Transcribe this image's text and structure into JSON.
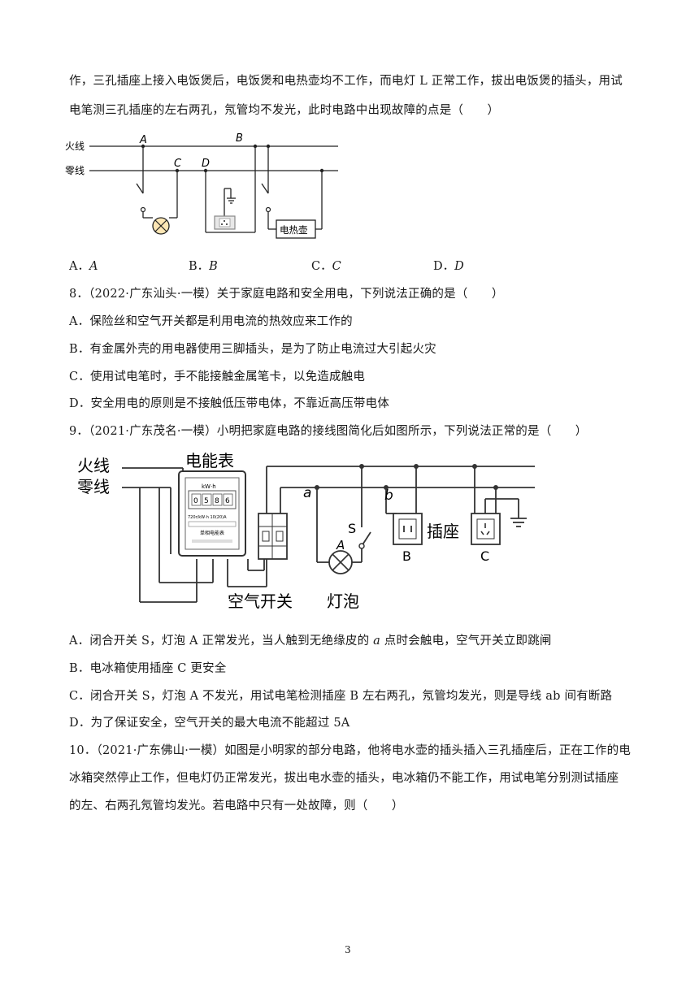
{
  "intro_lines": [
    "作，三孔插座上接入电饭煲后，电饭煲和电热壶均不工作，而电灯 L 正常工作，拔出电饭煲的插头，用试",
    "电笔测三孔插座的左右两孔，氖管均不发光，此时电路中出现故障的点是（　　）"
  ],
  "q7": {
    "labels": {
      "fire": "火线",
      "neutral": "零线",
      "a": "A",
      "b": "B",
      "c": "C",
      "d": "D",
      "kettle": "电热壶"
    },
    "options": [
      {
        "prefix": "A．",
        "value": "A"
      },
      {
        "prefix": "B．",
        "value": "B"
      },
      {
        "prefix": "C．",
        "value": "C"
      },
      {
        "prefix": "D．",
        "value": "D"
      }
    ]
  },
  "q8": {
    "stem": "8．（2022·广东汕头·一模）关于家庭电路和安全用电，下列说法正确的是（　　）",
    "options": [
      "A．保险丝和空气开关都是利用电流的热效应来工作的",
      "B．有金属外壳的用电器使用三脚插头，是为了防止电流过大引起火灾",
      "C．使用试电笔时，手不能接触金属笔卡，以免造成触电",
      "D．安全用电的原则是不接触低压带电体，不靠近高压带电体"
    ]
  },
  "q9": {
    "stem": "9．（2021·广东茂名·一模）小明把家庭电路的接线图简化后如图所示，下列说法正常的是（　　）",
    "labels": {
      "fire": "火线",
      "neutral": "零线",
      "meter": "电能表",
      "meter_unit": "kW·h",
      "meter_digits": [
        "0",
        "5",
        "8",
        "6"
      ],
      "meter_spec": "720r/kW·h  10(20)A",
      "meter_name": "单相电能表",
      "a": "a",
      "b": "b",
      "s": "S",
      "lamp_a": "A",
      "socket": "插座",
      "socket_b": "B",
      "socket_c": "C",
      "air_switch": "空气开关",
      "bulb": "灯泡"
    },
    "options": [
      {
        "pre": "A．闭合开关 S，灯泡 A 正常发光，当人触到无绝缘皮的 ",
        "it": "a",
        "post": " 点时会触电，空气开关立即跳闸"
      },
      {
        "pre": "B．电冰箱使用插座 C 更安全",
        "it": "",
        "post": ""
      },
      {
        "pre": "C．闭合开关 S，灯泡 A 不发光，用试电笔检测插座 B 左右两孔，氖管均发光，则是导线 ab 间有断路",
        "it": "",
        "post": ""
      },
      {
        "pre": "D．为了保证安全，空气开关的最大电流不能超过 5A",
        "it": "",
        "post": ""
      }
    ]
  },
  "q10": {
    "lines": [
      "10．（2021·广东佛山·一模）如图是小明家的部分电路，他将电水壶的插头插入三孔插座后，正在工作的电",
      "冰箱突然停止工作，但电灯仍正常发光，拔出电水壶的插头，电冰箱仍不能工作，用试电笔分别测试插座",
      "的左、右两孔氖管均发光。若电路中只有一处故障，则（　　）"
    ]
  },
  "page_number": "3"
}
